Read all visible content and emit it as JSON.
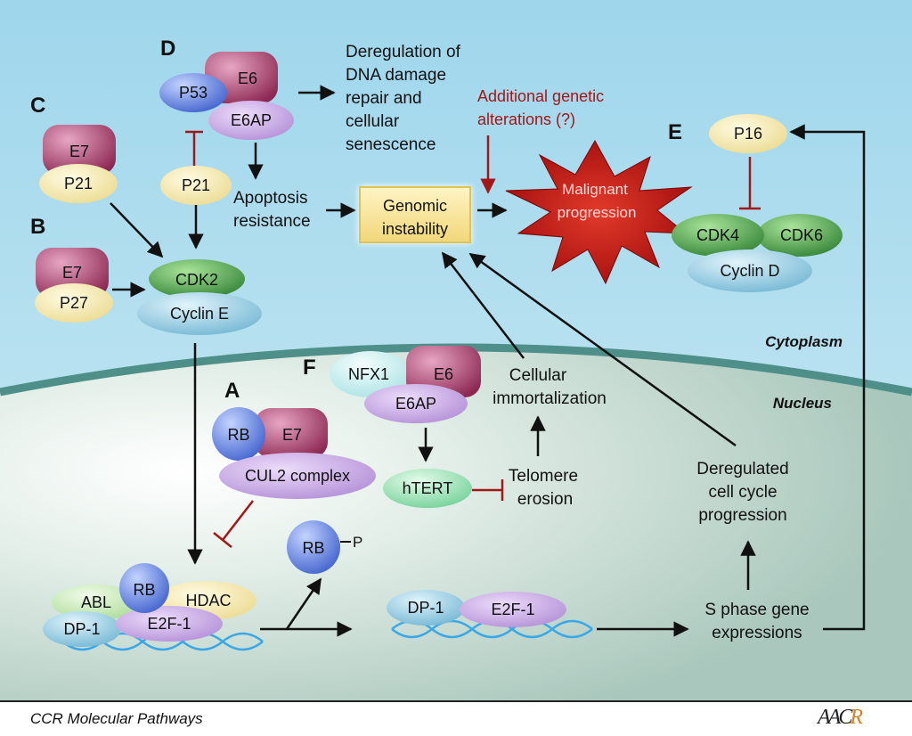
{
  "sections": {
    "A": "A",
    "B": "B",
    "C": "C",
    "D": "D",
    "E": "E",
    "F": "F"
  },
  "regions": {
    "cytoplasm": "Cytoplasm",
    "nucleus": "Nucleus"
  },
  "proteins": {
    "e6": "E6",
    "p53": "P53",
    "e6ap": "E6AP",
    "e7": "E7",
    "p21": "P21",
    "p27": "P27",
    "cdk2": "CDK2",
    "cyclin_e": "Cyclin E",
    "p16": "P16",
    "cdk4": "CDK4",
    "cdk6": "CDK6",
    "cyclin_d": "Cyclin D",
    "nfx1": "NFX1",
    "htert": "hTERT",
    "rb": "RB",
    "cul2": "CUL2 complex",
    "abl": "ABL",
    "hdac": "HDAC",
    "dp1": "DP-1",
    "e2f1": "E2F-1",
    "rb_p": "P"
  },
  "labels": {
    "dna_damage": [
      "Deregulation of",
      "DNA damage",
      "repair and",
      "cellular",
      "senescence"
    ],
    "apoptosis": [
      "Apoptosis",
      "resistance"
    ],
    "genomic": [
      "Genomic",
      "instability"
    ],
    "malignant": [
      "Malignant",
      "progression"
    ],
    "additional": [
      "Additional genetic",
      "alterations (?)"
    ],
    "immortalization": [
      "Cellular",
      "immortalization"
    ],
    "telomere": [
      "Telomere",
      "erosion"
    ],
    "deregulated": [
      "Deregulated",
      "cell cycle",
      "progression"
    ],
    "sphase": [
      "S phase gene",
      "expressions"
    ]
  },
  "footer": {
    "title": "CCR Molecular Pathways",
    "logo_a": "AAC",
    "logo_r": "R"
  },
  "colors": {
    "sky": "#aedcec",
    "nucleus": "#cfe1d8",
    "membrane": "#4f8f8a",
    "magenta": "#a1365f",
    "yellow": "#f6eab0",
    "lavender": "#c5a9e0",
    "blue": "#5a7fe0",
    "green": "#3f9a40",
    "cyan": "#8fcbe0",
    "mint": "#8fe0b0",
    "red_text": "#a01818",
    "star": "#c01010"
  }
}
